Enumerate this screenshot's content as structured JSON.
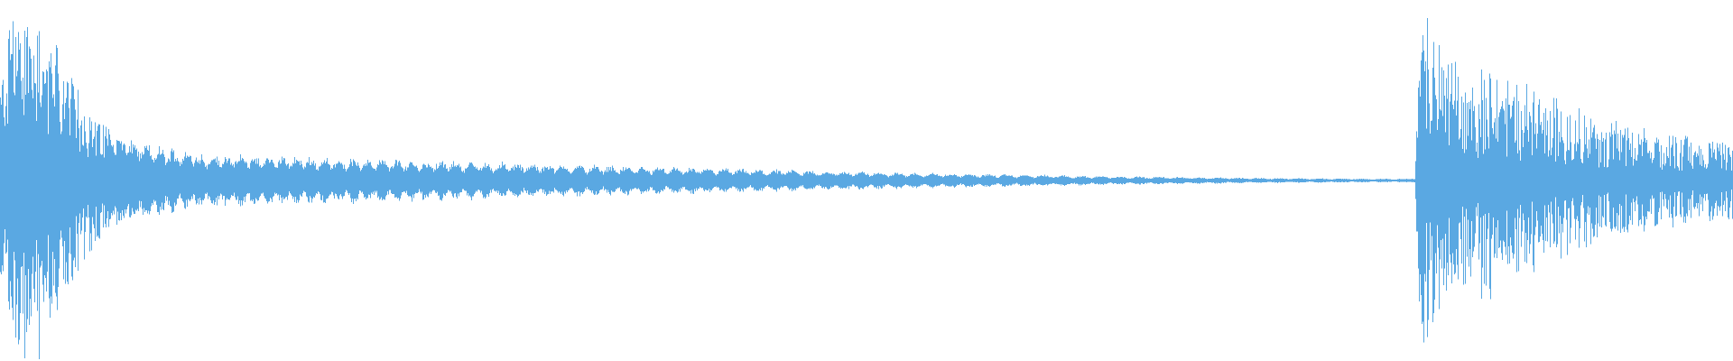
{
  "waveform": {
    "color": "#5aa8e2",
    "background": "#ffffff",
    "description_segments": [
      {
        "name": "attack-burst-1",
        "kind": "decaying-burst"
      },
      {
        "name": "ringing-decay-tail",
        "kind": "pulsed-decay"
      },
      {
        "name": "attack-burst-2",
        "kind": "noisy-burst"
      }
    ]
  }
}
